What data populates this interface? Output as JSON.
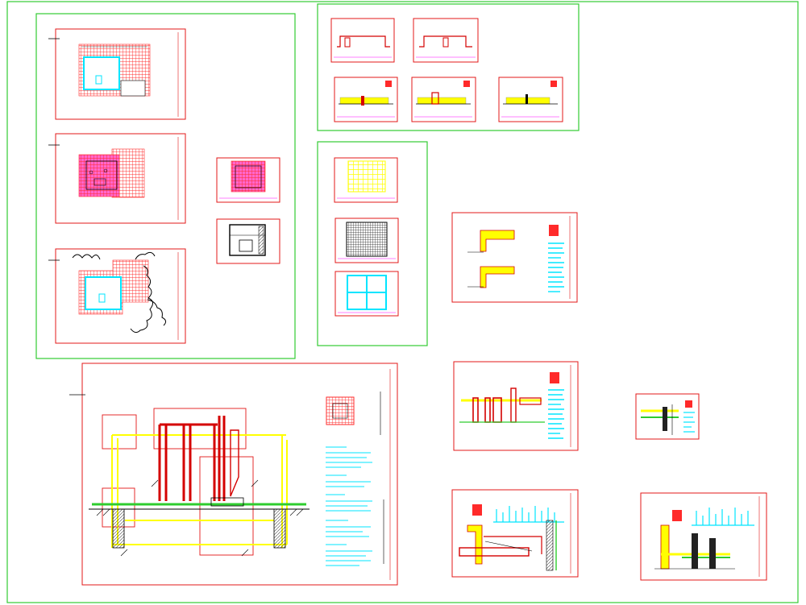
{
  "drawing": {
    "background": "#ffffff",
    "colors": {
      "group_frame": "#33cc33",
      "sheet_border": "#e31818",
      "grid": "#ff2a2a",
      "water": "#00e5ff",
      "section_yellow": "#ffff00",
      "wall_red": "#d40000",
      "green_line": "#2ecc2e",
      "notes_cyan": "#00e5ff",
      "ink": "#000000",
      "magenta": "#ff00ff"
    },
    "group_frames": [
      "outer-frame",
      "plans-group",
      "elevations-group",
      "roof-plans-group"
    ],
    "sheets": [
      "floor-plan-sheet-1",
      "floor-plan-sheet-2",
      "site-plan-sheet",
      "small-plan-sheet-red",
      "small-plan-sheet-black",
      "elevation-sheet-1",
      "elevation-sheet-2",
      "section-sheet-1",
      "section-sheet-2",
      "section-sheet-3",
      "roof-grid-sheet-yellow",
      "roof-grid-sheet-black",
      "roof-glass-sheet-cyan",
      "detail-sheet-1",
      "detail-sheet-2",
      "detail-sheet-small",
      "detail-sheet-3",
      "detail-sheet-4",
      "main-section-sheet"
    ],
    "icons": [
      "title-stamp-icon",
      "notes-block",
      "tree-outline-icon",
      "pool-outline-icon"
    ]
  }
}
